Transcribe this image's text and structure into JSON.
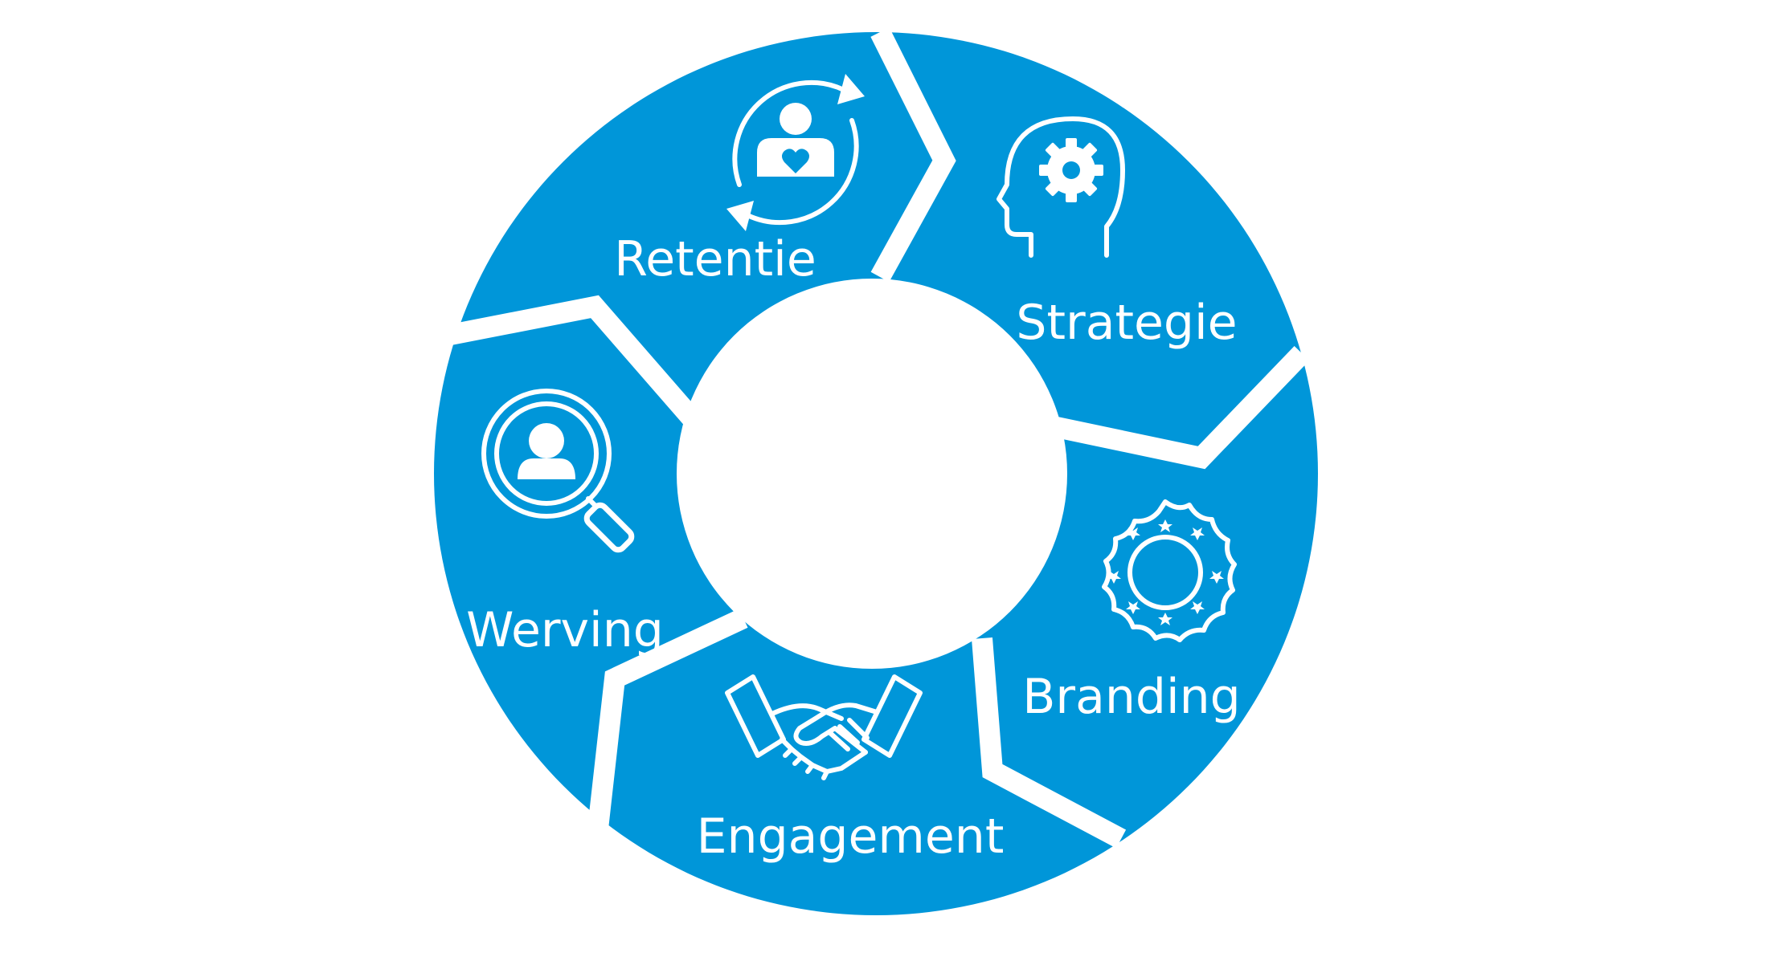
{
  "diagram": {
    "accent_color": "#0096d9",
    "center_color": "#ffffff",
    "segments": [
      {
        "key": "retentie",
        "label": "Retentie",
        "icon": "person-heart-cycle-icon"
      },
      {
        "key": "strategie",
        "label": "Strategie",
        "icon": "head-gear-icon"
      },
      {
        "key": "branding",
        "label": "Branding",
        "icon": "star-seal-icon"
      },
      {
        "key": "engagement",
        "label": "Engagement",
        "icon": "handshake-icon"
      },
      {
        "key": "werving",
        "label": "Werving",
        "icon": "magnifier-person-icon"
      }
    ]
  }
}
